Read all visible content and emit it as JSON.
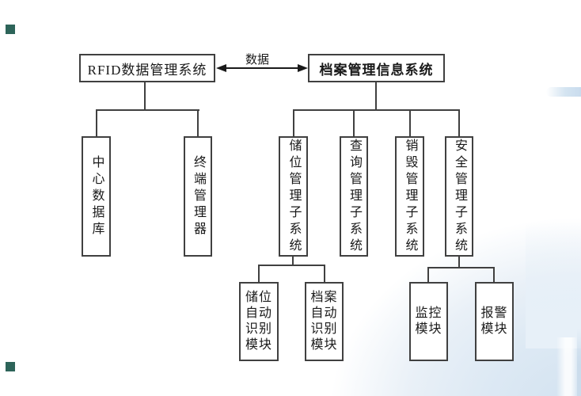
{
  "diagram": {
    "arrow_label": "数据",
    "nodes": {
      "rfid_system": "RFID数据管理系统",
      "archive_system": "档案管理信息系统",
      "central_database": "中心数据库",
      "terminal_manager": "终端管理器",
      "storage_subsystem": "储位管理子系统",
      "query_subsystem": "查询管理子系统",
      "destroy_subsystem": "销毁管理子系统",
      "security_subsystem": "安全管理子系统",
      "storage_auto_id_module": "储位自动识别模块",
      "archive_auto_id_module": "档案自动识别模块",
      "monitor_module": "监控模块",
      "alarm_module": "报警模块"
    },
    "edges": [
      {
        "from": "rfid_system",
        "to": "archive_system",
        "label": "数据",
        "type": "bidirectional-arrow"
      },
      {
        "from": "rfid_system",
        "to": "central_database"
      },
      {
        "from": "rfid_system",
        "to": "terminal_manager"
      },
      {
        "from": "archive_system",
        "to": "storage_subsystem"
      },
      {
        "from": "archive_system",
        "to": "query_subsystem"
      },
      {
        "from": "archive_system",
        "to": "destroy_subsystem"
      },
      {
        "from": "archive_system",
        "to": "security_subsystem"
      },
      {
        "from": "storage_subsystem",
        "to": "storage_auto_id_module"
      },
      {
        "from": "storage_subsystem",
        "to": "archive_auto_id_module"
      },
      {
        "from": "security_subsystem",
        "to": "monitor_module"
      },
      {
        "from": "security_subsystem",
        "to": "alarm_module"
      }
    ]
  },
  "colors": {
    "box_border": "#404040",
    "connector_line": "#404040",
    "arrow": "#1a1a1a",
    "text": "#1a1a1a",
    "corner_square": "#2d6459",
    "gradient_blue": "#d2e2f0"
  }
}
